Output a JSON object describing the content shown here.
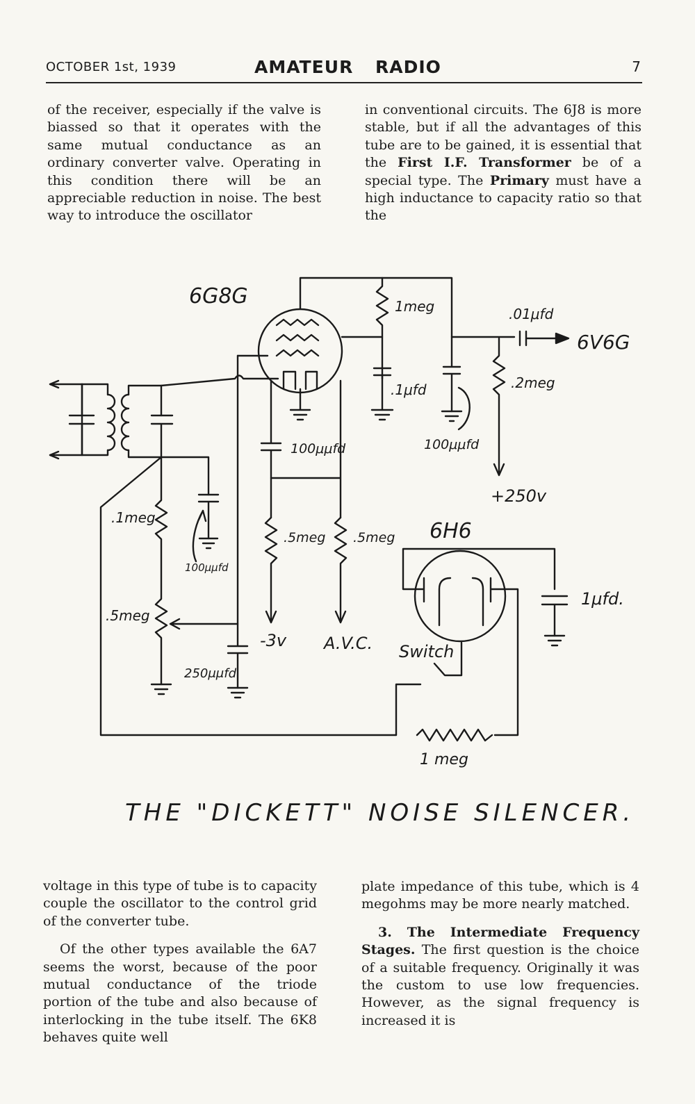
{
  "header": {
    "date": "OCTOBER 1st, 1939",
    "title": "AMATEUR RADIO",
    "page": "7"
  },
  "col1": "of the receiver, especially if the valve is biassed so that it operates with the same mutual conductance as an ordinary converter valve. Operating in this condition there will be an appreciable reduction in noise. The best way to introduce the oscillator",
  "col2": {
    "t1": "in conventional circuits. The 6J8 is more stable, but if all the advantages of this tube are to be gained, it is essential that the ",
    "b1": "First I.F. Transformer",
    "t2": " be of a special type. The ",
    "b2": "Primary",
    "t3": " must have a high inductance to capacity ratio so that the"
  },
  "col3": {
    "p1": "voltage in this type of tube is to capacity couple the oscillator to the control grid of the converter tube.",
    "p2": "Of the other types available the 6A7 seems the worst, because of the poor mutual conductance of the triode portion of the tube and also because of interlocking in the tube itself. The 6K8 behaves quite well"
  },
  "col4": {
    "p1": "plate impedance of this tube, which is 4 megohms may be more nearly matched.",
    "num": "3. ",
    "heading": "The Intermediate Frequency Stages.",
    "p2": " The first question is the choice of a suitable frequency. Originally it was the custom to use low frequencies. However, as the signal frequency is increased it is"
  },
  "schematic": {
    "labels": {
      "tube1": "6G8G",
      "r_plate": "1meg",
      "c_coupling": ".01μfd",
      "output_tube": "6V6G",
      "c_bypass": ".1μfd",
      "r_grid": ".2meg",
      "c_100_a": "100μμfd",
      "c_100_b": "100μμfd",
      "supply": "+250v",
      "r_left_top": ".1meg",
      "c_100_c": "100μμfd",
      "r_half_a": ".5meg",
      "r_half_b": ".5meg",
      "tube2": "6H6",
      "c_right": "1μfd.",
      "r_pot": ".5meg",
      "bias": "-3v",
      "avc": "A.V.C.",
      "switch": "Switch",
      "c_250": "250μμfd",
      "r_bottom": "1 meg"
    }
  },
  "caption": "THE \"DICKETT\" NOISE SILENCER."
}
